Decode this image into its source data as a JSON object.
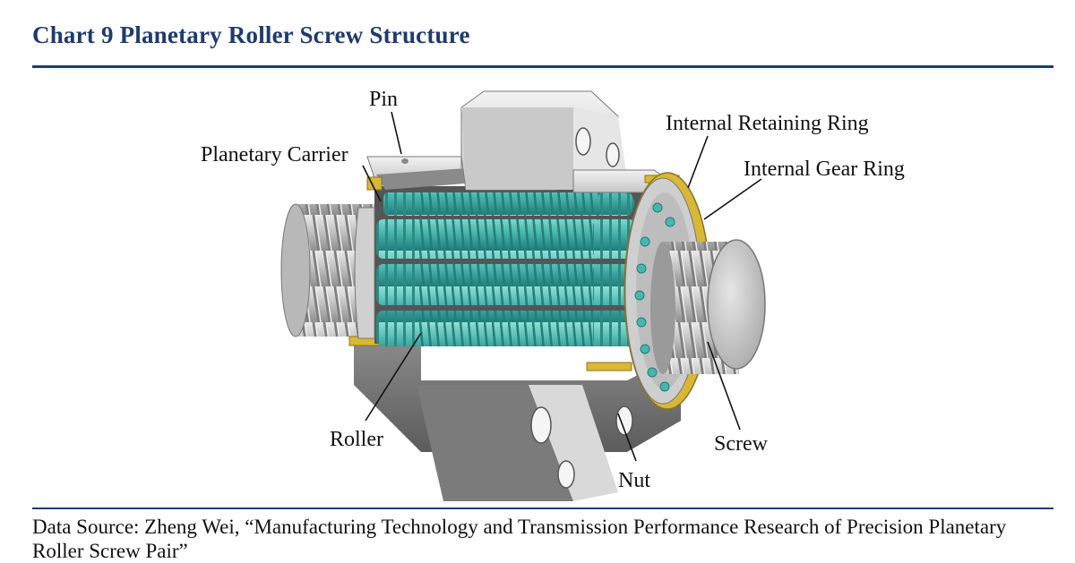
{
  "header": {
    "title": "Chart 9  Planetary Roller Screw Structure"
  },
  "diagram": {
    "labels": {
      "pin": "Pin",
      "planetary_carrier": "Planetary Carrier",
      "internal_retaining_ring": "Internal Retaining Ring",
      "internal_gear_ring": "Internal Gear Ring",
      "roller": "Roller",
      "screw": "Screw",
      "nut": "Nut"
    },
    "colors": {
      "roller": "#49b5ad",
      "metal": "#c9c9c9",
      "gear_ring": "#d4b23a",
      "title": "#1f3a6e"
    }
  },
  "footer": {
    "source": "Data Source: Zheng Wei, “Manufacturing Technology and Transmission Performance Research of Precision Planetary Roller Screw Pair”"
  }
}
